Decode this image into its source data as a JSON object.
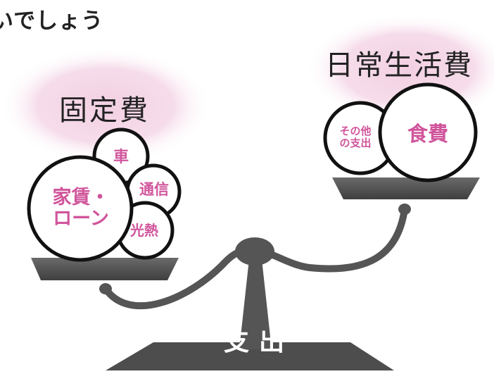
{
  "headings": {
    "partial_top": "いでしょう",
    "fixed_costs": "固定費",
    "living_costs": "日常生活費"
  },
  "left_pan": {
    "items": [
      {
        "key": "rent",
        "label": "家賃・\nローン"
      },
      {
        "key": "car",
        "label": "車"
      },
      {
        "key": "communication",
        "label": "通信"
      },
      {
        "key": "utilities",
        "label": "光熱"
      }
    ]
  },
  "right_pan": {
    "items": [
      {
        "key": "food",
        "label": "食費"
      },
      {
        "key": "other",
        "label": "その他\nの支出"
      }
    ]
  },
  "base_label": "支出",
  "colors": {
    "label_pink": "#d0559b",
    "cloud_pink": "#f2cfe2",
    "scale_gray": "#555555",
    "outline": "#111111"
  }
}
